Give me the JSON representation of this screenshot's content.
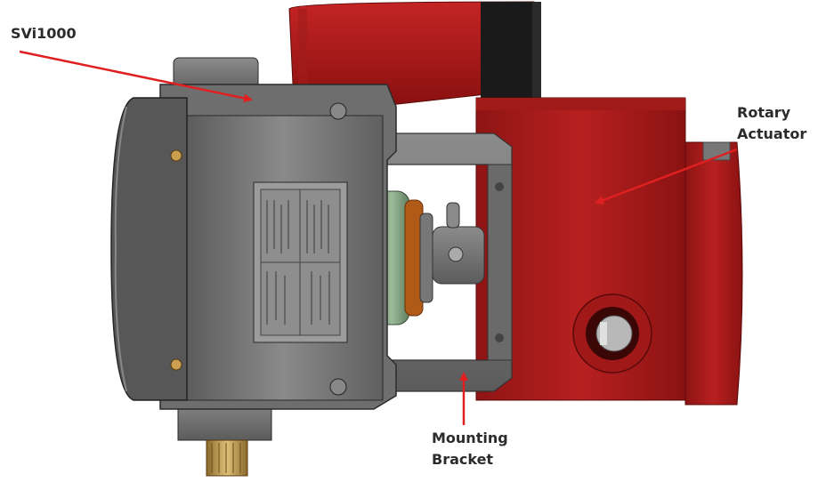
{
  "labels": {
    "svi": "SVi1000",
    "rotary_line1": "Rotary",
    "rotary_line2": "Actuator",
    "bracket_line1": "Mounting",
    "bracket_line2": "Bracket"
  },
  "colors": {
    "actuator_red": "#b01e1e",
    "actuator_dark": "#7a1010",
    "body_gray": "#7e7e7e",
    "body_dark": "#4a4a4a",
    "coupling_green": "#7fa07f",
    "ring_orange": "#b05a18",
    "fitting_brass": "#c8a050",
    "arrow_red": "#e02020"
  }
}
